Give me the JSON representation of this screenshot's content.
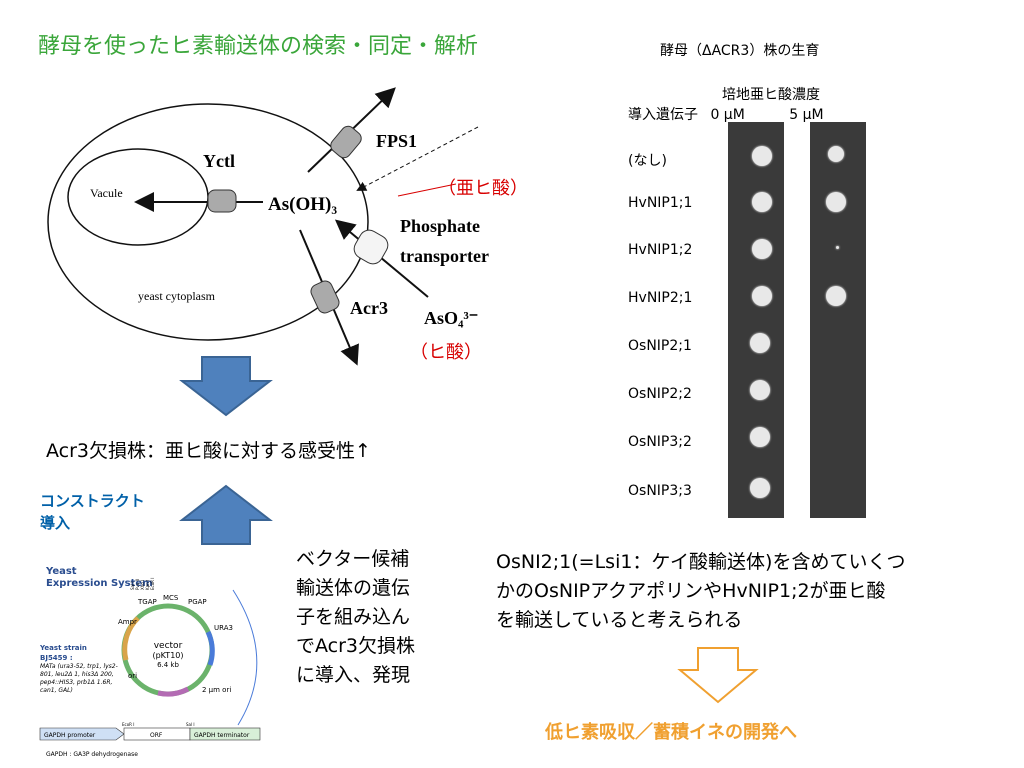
{
  "title": "酵母を使ったヒ素輸送体の検索・同定・解析",
  "diagram": {
    "vacule": "Vacule",
    "yctl": "Yctl",
    "center": "As(OH)₃",
    "fps1": "FPS1",
    "phosphate1": "Phosphate",
    "phosphate2": "transporter",
    "cytoplasm": "yeast cytoplasm",
    "acr3": "Acr3",
    "aso4": "AsO₄³⁻",
    "arsenite_label": "（亜ヒ酸）",
    "arsenate_label": "（ヒ酸）"
  },
  "sensitivity": "Acr3欠損株：亜ヒ酸に対する感受性↑",
  "construct": [
    "コンストラクト",
    "導入"
  ],
  "vector_figure": {
    "heading1": "Yeast",
    "heading2": "Expression System",
    "strain_title": "Yeast strain",
    "strain_name": "BJ5459 :",
    "genotype": "MATa (ura3-52, trp1, lys2-801, leu2Δ 1, his3Δ 200, pep4::HIS3, prb1Δ 1.6R, can1, GAL)",
    "vector1": "vector",
    "vector2": "(pKT10)",
    "vector3": "6.4 kb",
    "mcs": "MCS",
    "tgap": "TGAP",
    "pgap": "PGAP",
    "ampr": "Ampr",
    "ura3": "URA3",
    "ori": "ori",
    "twoum": "2 μm ori",
    "promoter": "GAPDH promoter",
    "orf": "ORF",
    "terminator": "GAPDH terminator",
    "footnote": "GAPDH : GA3P dehydrogenase",
    "sites_top": [
      "Sal I",
      "Pvu II",
      "Xho I",
      "Kpn I",
      "EcoR I"
    ],
    "site_ecori": "EcoR I",
    "site_sali": "Sal I"
  },
  "vector_desc": [
    "ベクター候補",
    "輸送体の遺伝",
    "子を組み込ん",
    "でAcr3欠損株",
    "に導入、発現"
  ],
  "result": [
    "OsNI2;1(=Lsi1：ケイ酸輸送体)を含めていくつ",
    "かのOsNIPアクアポリンやHvNIP1;2が亜ヒ酸",
    "を輸送していると考えられる"
  ],
  "development": "低ヒ素吸収／蓄積イネの開発へ",
  "plate": {
    "title": "酵母（ΔACR3）株の生育",
    "header1": "培地亜ヒ酸濃度",
    "header2_left": "導入遺伝子",
    "header2_0": "0 μM",
    "header2_5": "5 μM",
    "rows": [
      "(なし)",
      "HvNIP1;1",
      "HvNIP1;2",
      "HvNIP2;1",
      "OsNIP2;1",
      "OsNIP2;2",
      "OsNIP3;2",
      "OsNIP3;3"
    ]
  },
  "colors": {
    "title": "#3aa63a",
    "arrow_blue": "#4f81bd",
    "red": "#d80000",
    "orange": "#f0a030",
    "construct": "#0060a8"
  }
}
